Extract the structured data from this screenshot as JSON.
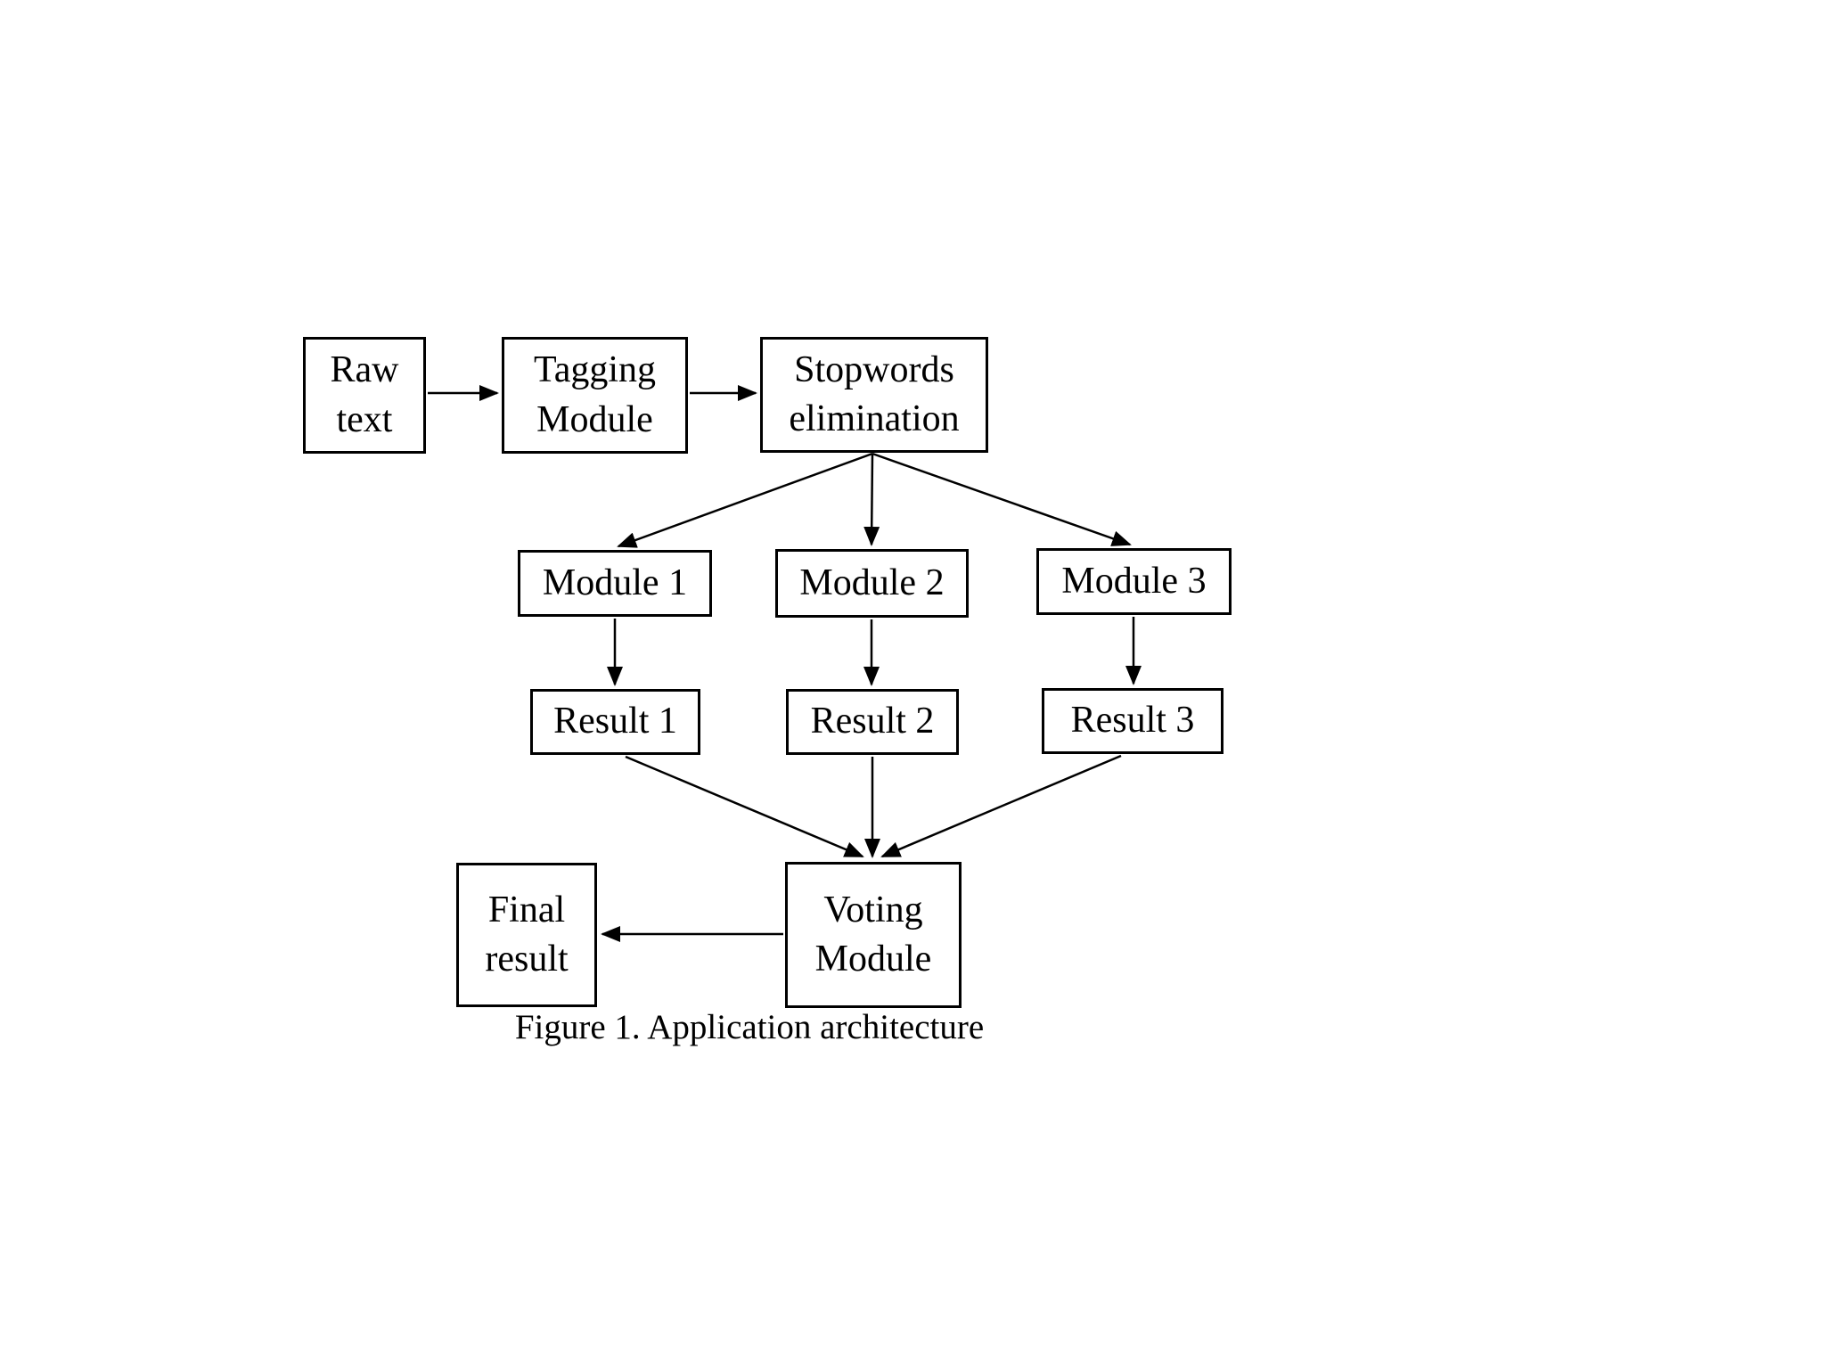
{
  "figure": {
    "caption": "Figure 1. Application architecture"
  },
  "nodes": {
    "raw_text": {
      "label": "Raw\ntext"
    },
    "tagging": {
      "label": "Tagging\nModule"
    },
    "stopwords": {
      "label": "Stopwords\nelimination"
    },
    "module1": {
      "label": "Module 1"
    },
    "module2": {
      "label": "Module 2"
    },
    "module3": {
      "label": "Module 3"
    },
    "result1": {
      "label": "Result 1"
    },
    "result2": {
      "label": "Result 2"
    },
    "result3": {
      "label": "Result 3"
    },
    "voting": {
      "label": "Voting\nModule"
    },
    "final_result": {
      "label": "Final\nresult"
    }
  },
  "edges": [
    {
      "from": "raw_text",
      "to": "tagging"
    },
    {
      "from": "tagging",
      "to": "stopwords"
    },
    {
      "from": "stopwords",
      "to": "module1"
    },
    {
      "from": "stopwords",
      "to": "module2"
    },
    {
      "from": "stopwords",
      "to": "module3"
    },
    {
      "from": "module1",
      "to": "result1"
    },
    {
      "from": "module2",
      "to": "result2"
    },
    {
      "from": "module3",
      "to": "result3"
    },
    {
      "from": "result1",
      "to": "voting"
    },
    {
      "from": "result2",
      "to": "voting"
    },
    {
      "from": "result3",
      "to": "voting"
    },
    {
      "from": "voting",
      "to": "final_result"
    }
  ],
  "colors": {
    "line": "#000000",
    "background": "#ffffff",
    "box_fill": "#ffffff"
  }
}
